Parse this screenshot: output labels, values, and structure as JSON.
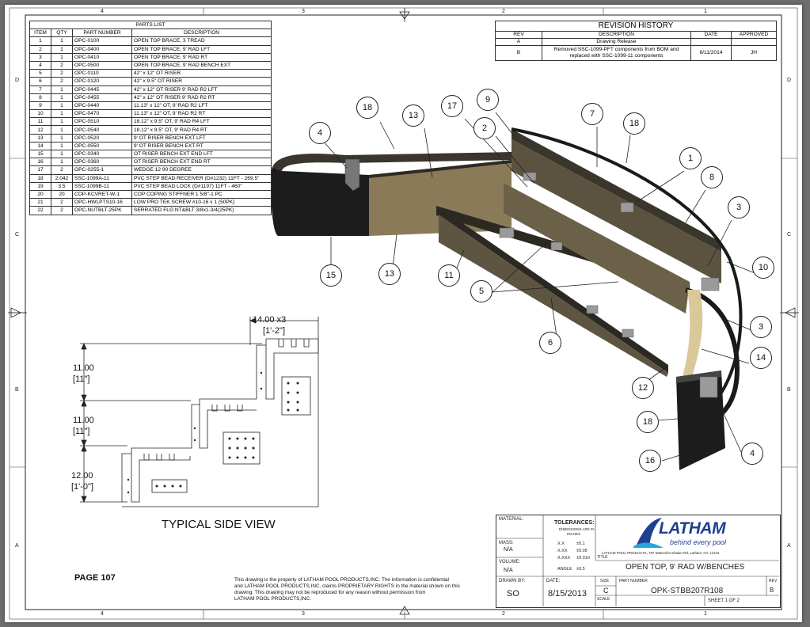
{
  "zones": {
    "top": [
      "4",
      "3",
      "2",
      "1"
    ],
    "bottom": [
      "4",
      "3",
      "2",
      "1"
    ],
    "left": [
      "D",
      "C",
      "B",
      "A"
    ],
    "right": [
      "D",
      "C",
      "B",
      "A"
    ]
  },
  "parts_list": {
    "title": "PARTS LIST",
    "headers": [
      "ITEM",
      "QTY",
      "PART NUMBER",
      "DESCRIPTION"
    ],
    "rows": [
      [
        "1",
        "1",
        "OPC-0100",
        "OPEN TOP BRACE, 3 TREAD"
      ],
      [
        "2",
        "1",
        "OPC-0400",
        "OPEN TOP BRACE, 9' RAD LFT"
      ],
      [
        "3",
        "1",
        "OPC-0410",
        "OPEN TOP BRACE, 9' RAD RT"
      ],
      [
        "4",
        "2",
        "OPC-0500",
        "OPEN TOP BRACE, 9' RAD BENCH EXT"
      ],
      [
        "5",
        "2",
        "OPC-0110",
        "42\" x 12\" OT RISER"
      ],
      [
        "6",
        "2",
        "OPC-0120",
        "42\" x 9.5\" OT RISER"
      ],
      [
        "7",
        "1",
        "OPC-0445",
        "42\" x 12\" OT RISER 9' RAD R2 LFT"
      ],
      [
        "8",
        "1",
        "OPC-0455",
        "42\" x 12\" OT RISER 9' RAD R2 RT"
      ],
      [
        "9",
        "1",
        "OPC-0440",
        "11.13\" x 12\" OT, 9' RAD R2 LFT"
      ],
      [
        "10",
        "1",
        "OPC-0470",
        "11.13\" x 12\" OT, 9' RAD R2 RT"
      ],
      [
        "11",
        "1",
        "OPC-0510",
        "18.12\" x 9.5\" OT, 9' RAD R4 LFT"
      ],
      [
        "12",
        "1",
        "OPC-0540",
        "18.12\" x 9.5\" OT, 9' RAD R4 RT"
      ],
      [
        "13",
        "1",
        "OPC-0520",
        "9' OT RISER BENCH EXT LFT"
      ],
      [
        "14",
        "1",
        "OPC-0550",
        "9' OT RISER BENCH EXT RT"
      ],
      [
        "15",
        "1",
        "OPC-0340",
        "OT RISER BENCH EXT END LFT"
      ],
      [
        "16",
        "1",
        "OPC-0360",
        "OT RISER BENCH EXT END RT"
      ],
      [
        "17",
        "2",
        "OPC-0255-1",
        "WEDGE 12 90 DEGREE"
      ],
      [
        "18",
        "2.042",
        "SSC-1099A-11",
        "PVC STEP BEAD RECEIVER (D#1232) 11FT - 269.5\""
      ],
      [
        "19",
        "3.5",
        "SSC-1099B-11",
        "PVC STEP BEAD LOCK (D#1197) 11FT - 460\""
      ],
      [
        "20",
        "20",
        "COP-KCVRET-W-1",
        "COP COPING STIFFNER 1 5/8\"-1 PC"
      ],
      [
        "21",
        "2",
        "OPC-HWLPTS10-16",
        "LOW PRO TEK SCREW #10-16 x 1 (50PK)"
      ],
      [
        "22",
        "2",
        "OPC-NUTBLT-25PK",
        "SERRATED FLG NT&BLT 3/8x1-3/4(25PK)"
      ]
    ]
  },
  "revision_history": {
    "title": "REVISION HISTORY",
    "headers": [
      "REV",
      "DESCRIPTION",
      "DATE",
      "APPROVED"
    ],
    "rows": [
      [
        "A",
        "Drawing Release",
        "",
        ""
      ],
      [
        "B",
        "Removed SSC-1099-PFT components from BOM and replaced with SSC-1099-11 components",
        "8/11/2014",
        "JH"
      ]
    ]
  },
  "balloons": [
    "18",
    "13",
    "17",
    "9",
    "7",
    "18",
    "1",
    "8",
    "3",
    "10",
    "3",
    "14",
    "4",
    "16",
    "18",
    "12",
    "6",
    "5",
    "11",
    "13",
    "15",
    "4",
    "2"
  ],
  "side_view": {
    "dim_top": "14.00  x3",
    "dim_top_ft": "[1'-2\"]",
    "dim_1": "11.00",
    "dim_1_ft": "[11\"]",
    "dim_2": "11.00",
    "dim_2_ft": "[11\"]",
    "dim_3": "12.00",
    "dim_3_ft": "[1'-0\"]",
    "caption": "TYPICAL SIDE VIEW"
  },
  "page_label": "PAGE 107",
  "notice": [
    "This drawing is the property of LATHAM POOL PRODUCTS,INC. The information is confidential",
    "and LATHAM POOL PRODUCTS,INC. claims PROPRIETARY RIGHTS in the material shown on this",
    "drawing. This drawing may not be reproduced for any reason without permission from",
    "LATHAM POOL PRODUCTS,INC."
  ],
  "title_block": {
    "material_label": "MATERIAL:",
    "tolerances_label": "TOLERANCES:",
    "tolerances_sub": [
      "DIMENSIONS ARE IN",
      "INCHES"
    ],
    "tol_rows": [
      [
        "X.X",
        "±0.1"
      ],
      [
        "X.XX",
        "±0.05"
      ],
      [
        "X.XXX",
        "±0.010"
      ]
    ],
    "angle_label": "ANGLE",
    "angle_value": "±0.5",
    "mass_label": "MASS:",
    "mass_value": "N/A",
    "volume_label": "VOLUME:",
    "volume_value": "N/A",
    "drawn_label": "DRAWN BY:",
    "drawn_value": "SO",
    "date_label": "DATE:",
    "date_value": "8/15/2013",
    "size_label": "SIZE",
    "size_value": "C",
    "scale_label": "SCALE",
    "part_label": "PART NUMBER",
    "part_value": "OPK-STBB207R108",
    "rev_label": "REV",
    "rev_value": "B",
    "sheet": "SHEET 1  OF 2",
    "title_label": "TITLE",
    "title_value": "OPEN TOP, 9' RAD W/BENCHES",
    "logo_text": "LATHAM",
    "logo_tagline": "behind every pool",
    "address": "LATHAM POOL PRODUCTS, 787 Watervliet Shaker Rd, Latham, NY, 12110"
  },
  "colors": {
    "panel_tan": "#8a7a57",
    "panel_dark": "#3a362c",
    "panel_black": "#1c1c1c",
    "logo_blue": "#1f3f8f"
  }
}
